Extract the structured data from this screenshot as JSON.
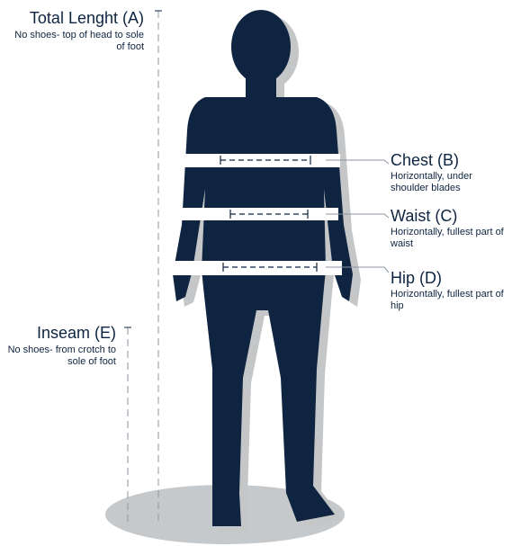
{
  "colors": {
    "figure": "#0e2440",
    "shadow": "#c4c6c8",
    "ground": "#c6c9cc",
    "line": "#9aa3ad",
    "text": "#0e2440"
  },
  "measurements": {
    "total_length": {
      "title": "Total Lenght (A)",
      "description": "No shoes- top of head to sole of foot"
    },
    "chest": {
      "title": "Chest (B)",
      "description": "Horizontally, under shoulder blades"
    },
    "waist": {
      "title": "Waist (C)",
      "description": "Horizontally, fullest part of waist"
    },
    "hip": {
      "title": "Hip (D)",
      "description": "Horizontally, fullest part of hip"
    },
    "inseam": {
      "title": "Inseam (E)",
      "description": "No shoes- from crotch to sole of foot"
    }
  }
}
